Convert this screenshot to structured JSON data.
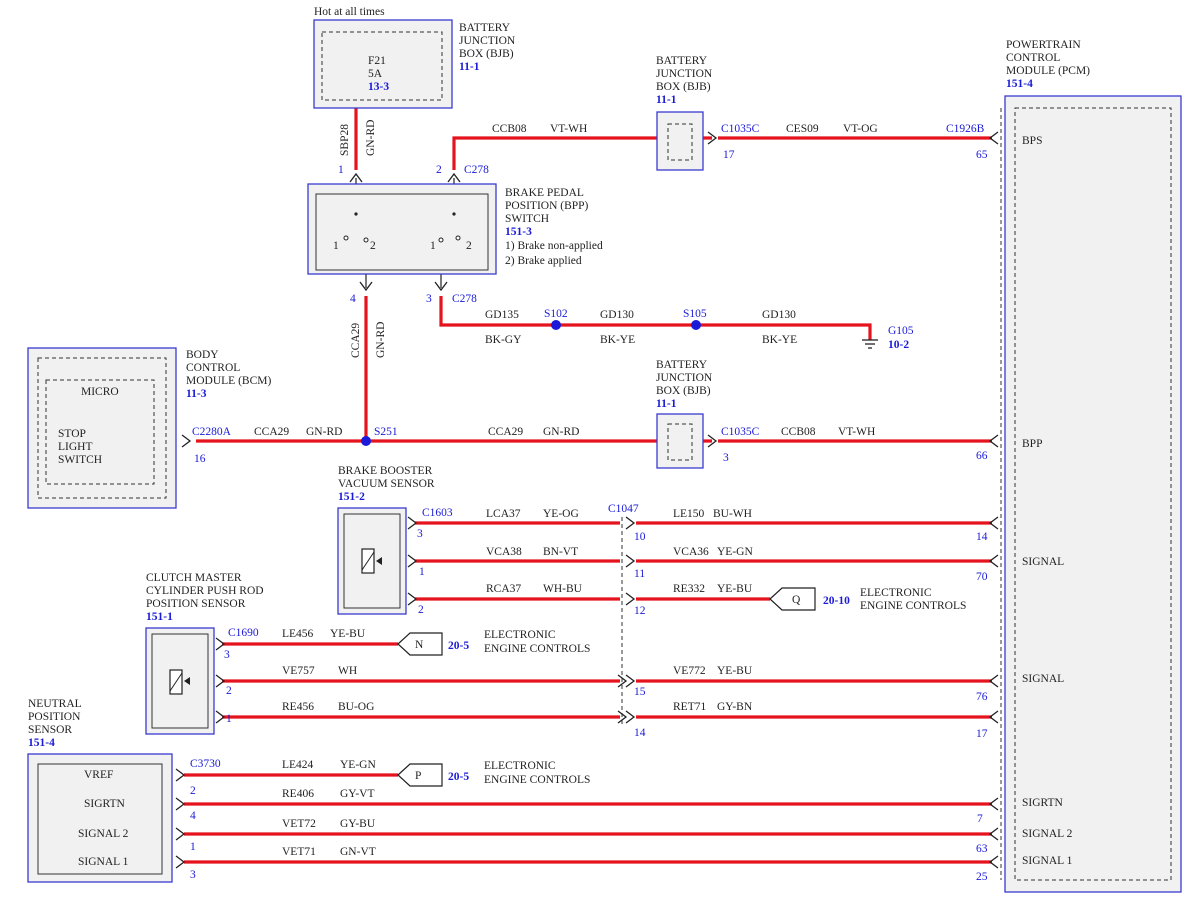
{
  "top_note": "Hot at all times",
  "bjb_top": {
    "line1": "BATTERY",
    "line2": "JUNCTION",
    "line3": "BOX (BJB)",
    "ref": "11-1",
    "fuse": "F21",
    "amps": "5A",
    "fuse_ref": "13-3"
  },
  "bjb_mid": {
    "line1": "BATTERY",
    "line2": "JUNCTION",
    "line3": "BOX (BJB)",
    "ref": "11-1"
  },
  "bjb_low": {
    "line1": "BATTERY",
    "line2": "JUNCTION",
    "line3": "BOX (BJB)",
    "ref": "11-1"
  },
  "pcm": {
    "line1": "POWERTRAIN",
    "line2": "CONTROL",
    "line3": "MODULE (PCM)",
    "ref": "151-4",
    "pins": {
      "bps": "BPS",
      "bpp": "BPP",
      "signal1": "SIGNAL",
      "signal2": "SIGNAL",
      "sigrtn": "SIGRTN",
      "signal_2": "SIGNAL 2",
      "signal_1": "SIGNAL 1"
    }
  },
  "bpp": {
    "line1": "BRAKE PEDAL",
    "line2": "POSITION (BPP)",
    "line3": "SWITCH",
    "ref": "151-3",
    "note1": "1) Brake non-applied",
    "note2": "2) Brake applied",
    "sw1a": "1",
    "sw1b": "2",
    "sw2a": "1",
    "sw2b": "2"
  },
  "bcm": {
    "line1": "BODY",
    "line2": "CONTROL",
    "line3": "MODULE (BCM)",
    "ref": "11-3",
    "micro": "MICRO",
    "s1": "STOP",
    "s2": "LIGHT",
    "s3": "SWITCH"
  },
  "booster": {
    "line1": "BRAKE BOOSTER",
    "line2": "VACUUM SENSOR",
    "ref": "151-2"
  },
  "clutch": {
    "line1": "CLUTCH MASTER",
    "line2": "CYLINDER PUSH ROD",
    "line3": "POSITION SENSOR",
    "ref": "151-1"
  },
  "neutral": {
    "line1": "NEUTRAL",
    "line2": "POSITION",
    "line3": "SENSOR",
    "ref": "151-4",
    "vref": "VREF",
    "sigrtn": "SIGRTN",
    "sig2": "SIGNAL 2",
    "sig1": "SIGNAL 1"
  },
  "ground": {
    "name": "G105",
    "ref": "10-2"
  },
  "connectors": {
    "c278a": "C278",
    "c278b": "C278",
    "c1035c_a": "C1035C",
    "c1035c_b": "C1035C",
    "c1926b": "C1926B",
    "c2280a": "C2280A",
    "c1603": "C1603",
    "c1047": "C1047",
    "c1690": "C1690",
    "c3730": "C3730"
  },
  "splices": {
    "s102": "S102",
    "s105": "S105",
    "s251": "S251"
  },
  "pins": {
    "p1": "1",
    "p2": "2",
    "p4": "4",
    "p3": "3",
    "p17": "17",
    "p65": "65",
    "p16": "16",
    "p3b": "3",
    "p66": "66",
    "bv3": "3",
    "bv1": "1",
    "bv2": "2",
    "c10": "10",
    "c11": "11",
    "c12": "12",
    "pc14": "14",
    "pc70": "70",
    "cl3": "3",
    "cl2": "2",
    "cl1": "1",
    "c15": "15",
    "c14": "14",
    "pc76": "76",
    "pc17": "17",
    "n2": "2",
    "n4": "4",
    "n1": "1",
    "n3": "3",
    "pc7": "7",
    "pc63": "63",
    "pc25": "25"
  },
  "wires": {
    "sbp28": "SBP28",
    "gnrd_v": "GN-RD",
    "ccb08_top": "CCB08",
    "vtwh_top": "VT-WH",
    "ces09": "CES09",
    "vtog": "VT-OG",
    "gd135": "GD135",
    "bkgy": "BK-GY",
    "gd130a": "GD130",
    "bkye_a": "BK-YE",
    "gd130b": "GD130",
    "bkye_b": "BK-YE",
    "cca29_v": "CCA29",
    "gnrd_v2": "GN-RD",
    "cca29_a": "CCA29",
    "gnrd_a": "GN-RD",
    "cca29_b": "CCA29",
    "gnrd_b": "GN-RD",
    "ccb08_b": "CCB08",
    "vtwh_b": "VT-WH",
    "lca37": "LCA37",
    "yeog": "YE-OG",
    "le150": "LE150",
    "buwh": "BU-WH",
    "vca38": "VCA38",
    "bnvt": "BN-VT",
    "vca36": "VCA36",
    "yegn_a": "YE-GN",
    "rca37": "RCA37",
    "whbu": "WH-BU",
    "re332": "RE332",
    "yebu_a": "YE-BU",
    "le456": "LE456",
    "yebu_b": "YE-BU",
    "ve757": "VE757",
    "wh": "WH",
    "ve772": "VE772",
    "yebu_c": "YE-BU",
    "re456": "RE456",
    "buog": "BU-OG",
    "ret71": "RET71",
    "gybn": "GY-BN",
    "le424": "LE424",
    "yegn_b": "YE-GN",
    "re406": "RE406",
    "gyvt": "GY-VT",
    "vet72": "VET72",
    "gybu": "GY-BU",
    "vet71": "VET71",
    "gnvt": "GN-VT"
  },
  "refs": {
    "q": {
      "letter": "Q",
      "ref": "20-10",
      "l1": "ELECTRONIC",
      "l2": "ENGINE CONTROLS"
    },
    "n": {
      "letter": "N",
      "ref": "20-5",
      "l1": "ELECTRONIC",
      "l2": "ENGINE CONTROLS"
    },
    "p": {
      "letter": "P",
      "ref": "20-5",
      "l1": "ELECTRONIC",
      "l2": "ENGINE CONTROLS"
    }
  }
}
